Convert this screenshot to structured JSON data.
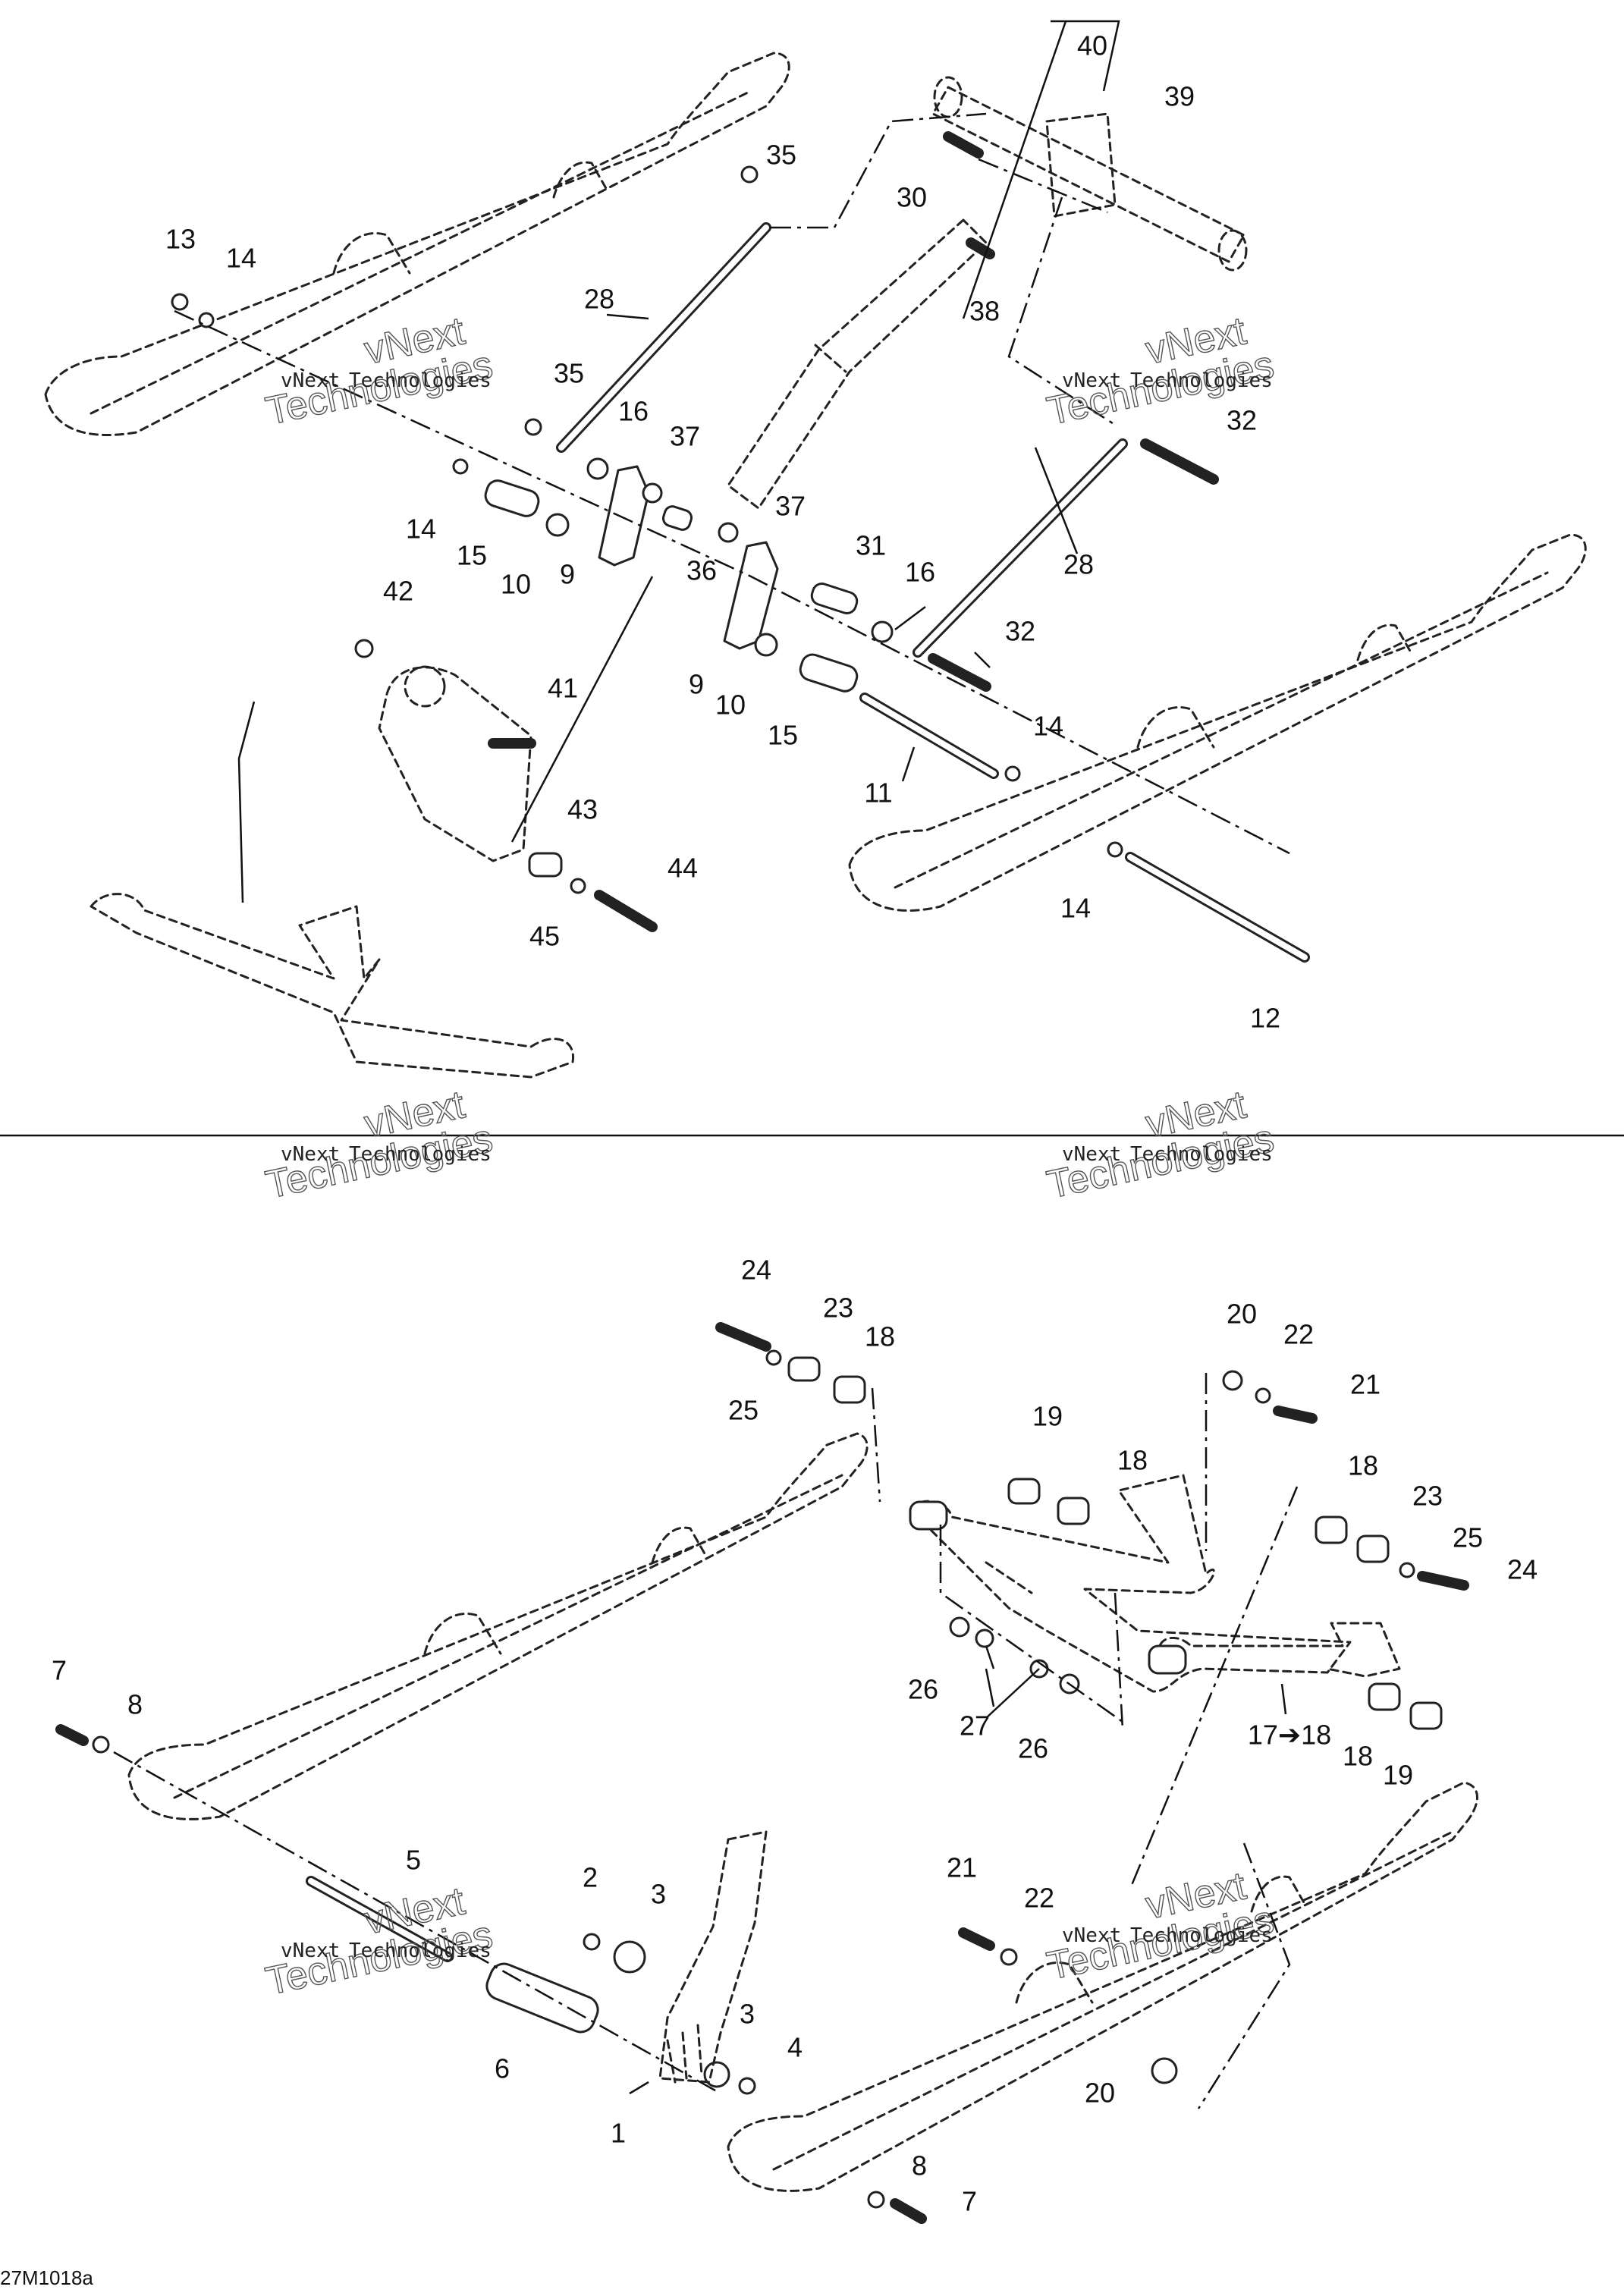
{
  "labels": {
    "l1": "1",
    "l2": "2",
    "l3a": "3",
    "l3b": "3",
    "l4": "4",
    "l5": "5",
    "l6": "6",
    "l7a": "7",
    "l7b": "7",
    "l8a": "8",
    "l8b": "8",
    "l9a": "9",
    "l9b": "9",
    "l10a": "10",
    "l10b": "10",
    "l11": "11",
    "l12": "12",
    "l13": "13",
    "l14a": "14",
    "l14b": "14",
    "l14c": "14",
    "l14d": "14",
    "l15a": "15",
    "l15b": "15",
    "l16a": "16",
    "l16b": "16",
    "l17": "17➔18",
    "l18a": "18",
    "l18b": "18",
    "l18c": "18",
    "l18d": "18",
    "l19a": "19",
    "l19b": "19",
    "l20a": "20",
    "l20b": "20",
    "l21a": "21",
    "l21b": "21",
    "l22a": "22",
    "l22b": "22",
    "l23a": "23",
    "l23b": "23",
    "l24a": "24",
    "l24b": "24",
    "l25a": "25",
    "l25b": "25",
    "l26a": "26",
    "l26b": "26",
    "l27": "27",
    "l28a": "28",
    "l28b": "28",
    "l30": "30",
    "l31": "31",
    "l32a": "32",
    "l32b": "32",
    "l35a": "35",
    "l35b": "35",
    "l36": "36",
    "l37a": "37",
    "l37b": "37",
    "l38": "38",
    "l39": "39",
    "l40": "40",
    "l41": "41",
    "l42": "42",
    "l43": "43",
    "l44": "44",
    "l45": "45"
  },
  "watermark": {
    "line1": "vNext",
    "line2": "Technologies"
  },
  "drawing_code": "27M1018a"
}
